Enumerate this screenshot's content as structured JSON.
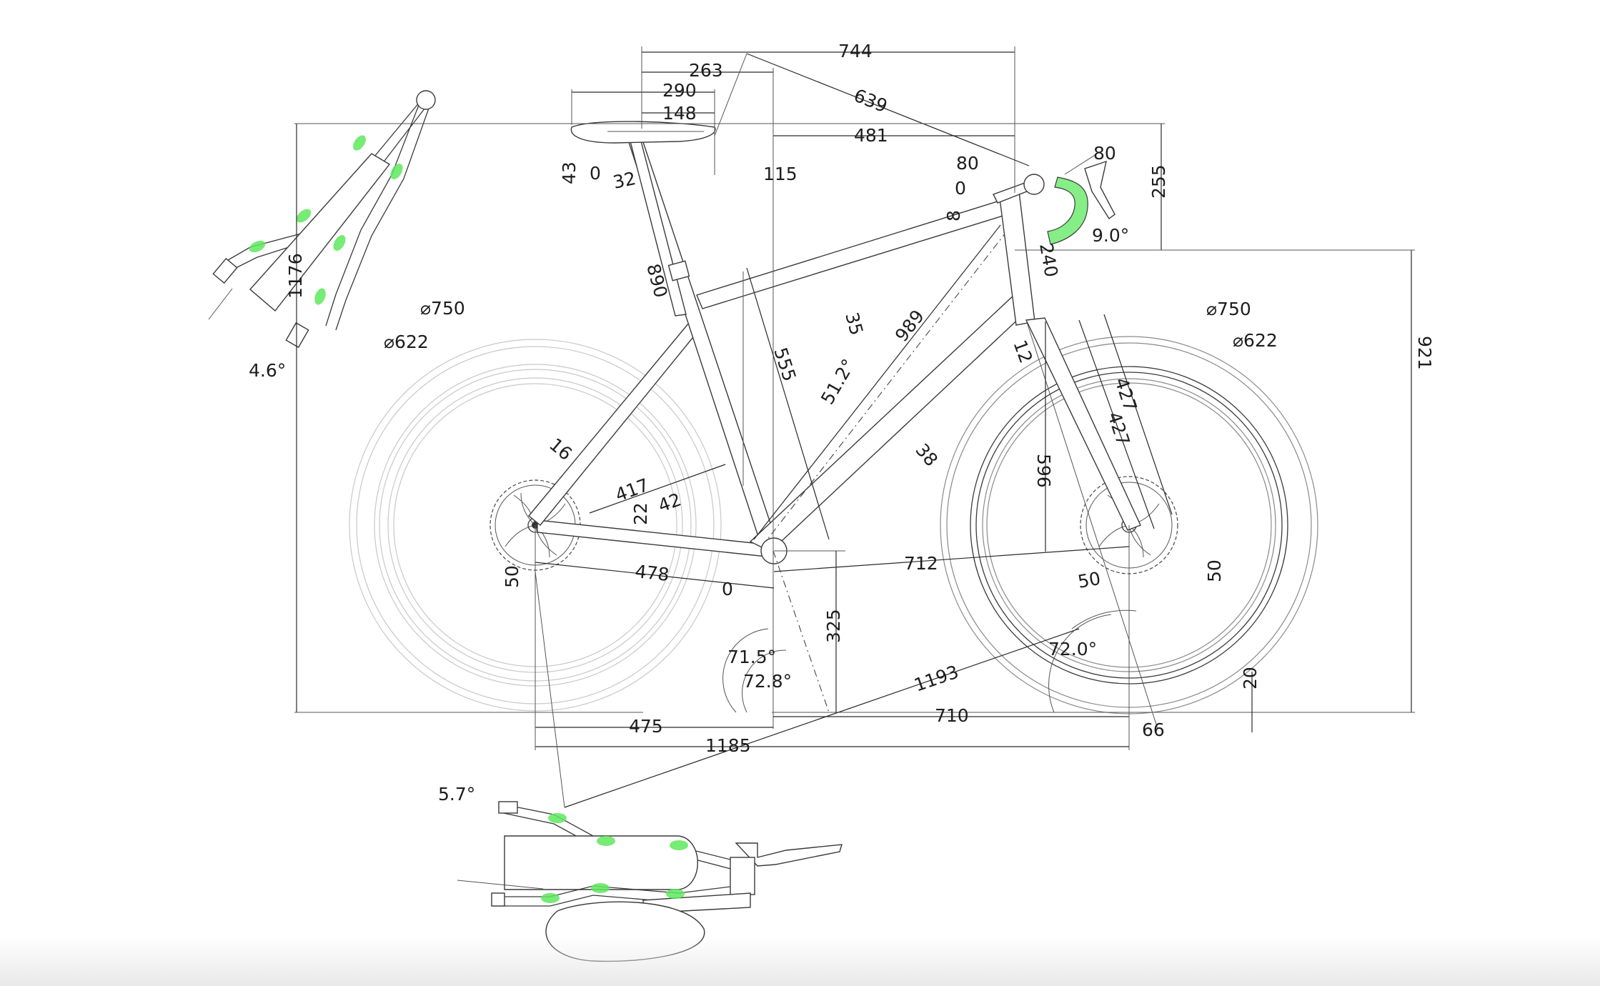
{
  "colors": {
    "line": "#3a3a3a",
    "highlight": "#5ee85e",
    "background": "#ffffff"
  },
  "dimensions": {
    "top_length": "744",
    "d263": "263",
    "saddle_setback": "290",
    "saddle_length": "148",
    "saddle_to_bar": "639",
    "reach_bar": "481",
    "saddle_height_diff": "43",
    "d0_seat": "0",
    "d32": "32",
    "d115": "115",
    "stem_len": "80",
    "bar_reach": "80",
    "d0_stem": "0",
    "spacer": "8",
    "stack_bar": "255",
    "bar_angle": "9.0°",
    "head_tube": "240",
    "stack": "921",
    "overall_height": "1176",
    "d890": "890",
    "d35": "35",
    "d989": "989",
    "d555": "555",
    "head_angle_alt": "51.2°",
    "d12": "12",
    "d596": "596",
    "fork_len_1": "427",
    "fork_len_2": "427",
    "d38": "38",
    "d16": "16",
    "d417": "417",
    "d42": "42",
    "d22": "22",
    "rear_tire_dia": "⌀750",
    "rear_rim_dia": "⌀622",
    "front_tire_dia": "⌀750",
    "front_rim_dia": "⌀622",
    "bar_flare": "4.6°",
    "rear_drop": "50",
    "chainstay": "478",
    "bb_offset": "0",
    "front_center": "712",
    "front_drop_1": "50",
    "front_drop_2": "50",
    "bb_drop": "325",
    "seat_angle_1": "71.5°",
    "seat_angle_2": "72.8°",
    "head_angle": "72.0°",
    "d1193": "1193",
    "d20": "20",
    "rear_to_bb": "475",
    "bb_to_front": "710",
    "trail": "66",
    "wheelbase": "1185",
    "stay_angle": "5.7°"
  }
}
